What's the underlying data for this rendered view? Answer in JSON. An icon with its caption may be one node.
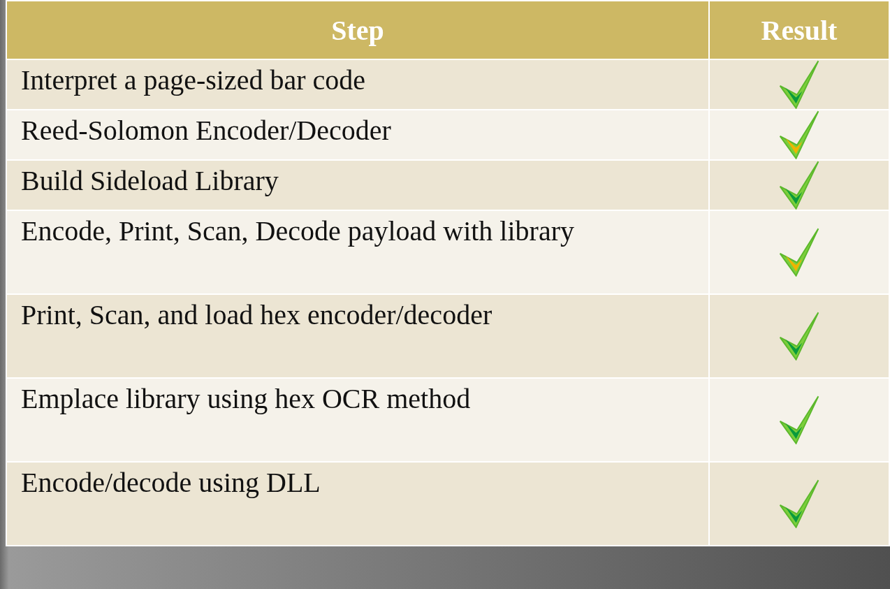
{
  "diagram": {
    "labels": [
      "Step",
      "Result",
      "Interpret a page-sized bar code",
      "Reed-Solomon Encoder/Decoder",
      "Build Sideload Library",
      "Encode, Print, Scan, Decode payload with library",
      "Print, Scan, and load hex encoder/decoder",
      "Emplace library using hex OCR method",
      "Encode/decode using DLL"
    ]
  }
}
